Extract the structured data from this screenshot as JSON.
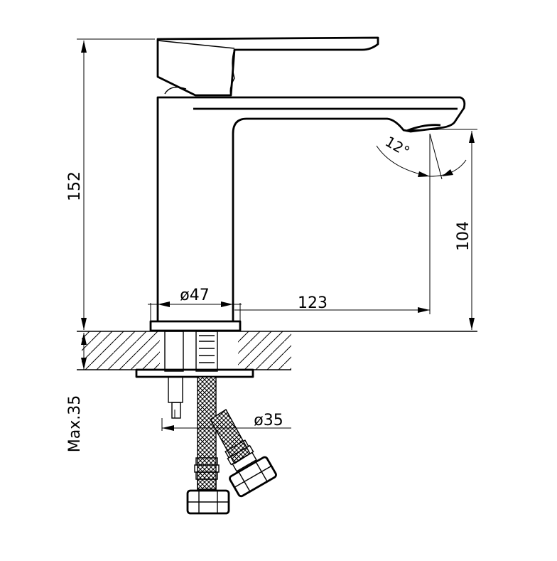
{
  "dimensions": {
    "total_height": "152",
    "spout_height": "104",
    "base_diameter": "ø47",
    "spout_reach": "123",
    "angle": "12°",
    "hole_diameter": "ø35",
    "max_deck": "Max.35"
  },
  "colors": {
    "line": "#000000",
    "background": "#ffffff"
  }
}
